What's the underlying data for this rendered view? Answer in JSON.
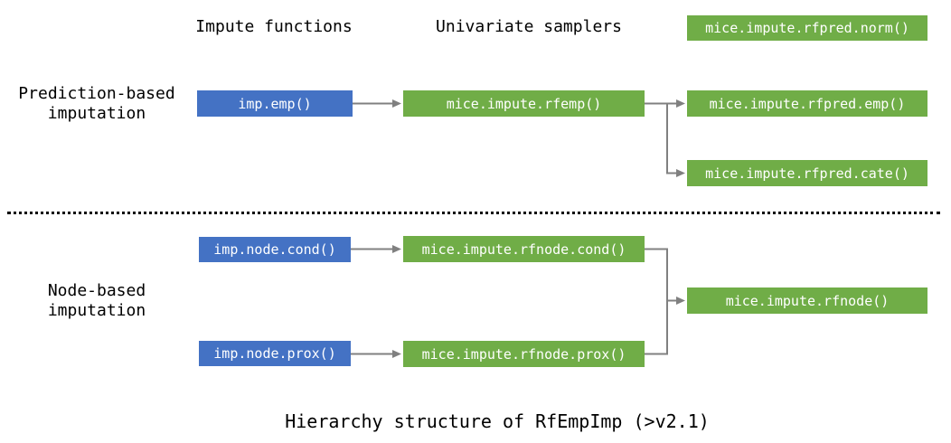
{
  "colors": {
    "impute_function_box": "#4472C4",
    "sampler_box": "#70AD47",
    "arrow": "#808080",
    "text": "#000000",
    "box_text": "#FFFFFF"
  },
  "headers": {
    "impute_functions": "Impute functions",
    "univariate_samplers": "Univariate samplers"
  },
  "section_labels": {
    "prediction": {
      "line1": "Prediction-based",
      "line2": "imputation"
    },
    "node": {
      "line1": "Node-based",
      "line2": "imputation"
    }
  },
  "boxes": {
    "rfpred_norm": "mice.impute.rfpred.norm()",
    "imp_emp": "imp.emp()",
    "rfemp": "mice.impute.rfemp()",
    "rfpred_emp": "mice.impute.rfpred.emp()",
    "rfpred_cate": "mice.impute.rfpred.cate()",
    "imp_node_cond": "imp.node.cond()",
    "rfnode_cond": "mice.impute.rfnode.cond()",
    "imp_node_prox": "imp.node.prox()",
    "rfnode_prox": "mice.impute.rfnode.prox()",
    "rfnode": "mice.impute.rfnode()"
  },
  "caption": "Hierarchy structure of RfEmpImp (>v2.1)"
}
